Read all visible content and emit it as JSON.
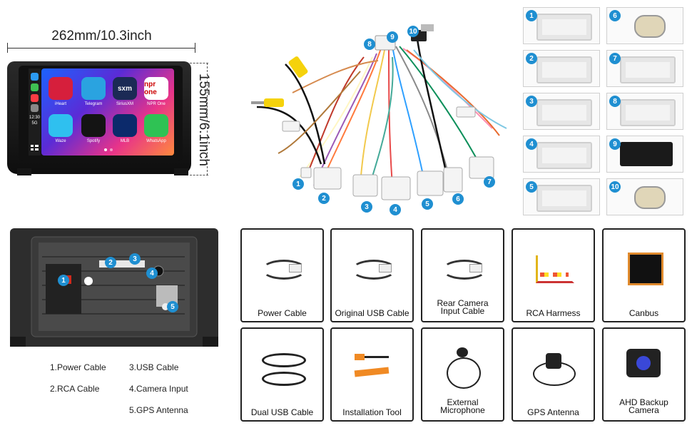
{
  "dimensions": {
    "width_label": "262mm/10.3inch",
    "height_label": "155mm/6.1inch"
  },
  "screen": {
    "status_time": "12:30",
    "status_net": "5G",
    "apps": [
      {
        "label": "iHeart",
        "color": "#d61f3c",
        "icon": "iheart-icon"
      },
      {
        "label": "Telegram",
        "color": "#2aa3e0",
        "icon": "telegram-icon"
      },
      {
        "label": "SiriusXM",
        "color": "#1b2a55",
        "icon": "siriusxm-icon",
        "text": "sxm"
      },
      {
        "label": "NPR One",
        "color": "#ffffff",
        "icon": "npr-one-icon",
        "text": "npr one"
      },
      {
        "label": "Waze",
        "color": "#2fc0ef",
        "icon": "waze-icon"
      },
      {
        "label": "Spotify",
        "color": "#141414",
        "icon": "spotify-icon"
      },
      {
        "label": "MLB",
        "color": "#0c2a6b",
        "icon": "mlb-icon"
      },
      {
        "label": "WhatsApp",
        "color": "#2fc254",
        "icon": "whatsapp-icon"
      }
    ]
  },
  "harness_numbers": [
    "1",
    "2",
    "3",
    "4",
    "5",
    "6",
    "7",
    "8",
    "9",
    "10"
  ],
  "connectors": [
    {
      "num": "1",
      "icon": "white-connector-icon"
    },
    {
      "num": "2",
      "icon": "white-connector-icon"
    },
    {
      "num": "3",
      "icon": "white-connector-icon"
    },
    {
      "num": "4",
      "icon": "white-connector-icon"
    },
    {
      "num": "5",
      "icon": "white-connector-icon"
    },
    {
      "num": "6",
      "icon": "antenna-adapter-icon"
    },
    {
      "num": "7",
      "icon": "white-connector-icon"
    },
    {
      "num": "8",
      "icon": "white-connector-icon"
    },
    {
      "num": "9",
      "icon": "black-connector-icon"
    },
    {
      "num": "10",
      "icon": "antenna-plug-icon"
    }
  ],
  "rear_markers": [
    "1",
    "2",
    "3",
    "4",
    "5"
  ],
  "legend": {
    "col1": [
      "1.Power Cable",
      "2.RCA Cable"
    ],
    "col2": [
      "3.USB Cable",
      "4.Camera Input",
      "5.GPS Antenna"
    ]
  },
  "accessories": [
    {
      "label": "Power Cable",
      "icon": "power-cable-icon"
    },
    {
      "label": "Original USB Cable",
      "icon": "usb-cable-icon"
    },
    {
      "label": "Rear Camera\nInput Cable",
      "icon": "camera-input-cable-icon"
    },
    {
      "label": "RCA Harmess",
      "icon": "rca-harness-icon"
    },
    {
      "label": "Canbus",
      "icon": "canbus-icon"
    },
    {
      "label": "Dual USB Cable",
      "icon": "dual-usb-cable-icon"
    },
    {
      "label": "Installation Tool",
      "icon": "installation-tool-icon"
    },
    {
      "label": "External\nMicrophone",
      "icon": "microphone-icon"
    },
    {
      "label": "GPS Antenna",
      "icon": "gps-antenna-icon"
    },
    {
      "label": "AHD Backup\nCamera",
      "icon": "backup-camera-icon"
    }
  ],
  "colors": {
    "badge": "#1f8fd1",
    "rear_marker": "#f2b705",
    "card_border": "#222222"
  }
}
